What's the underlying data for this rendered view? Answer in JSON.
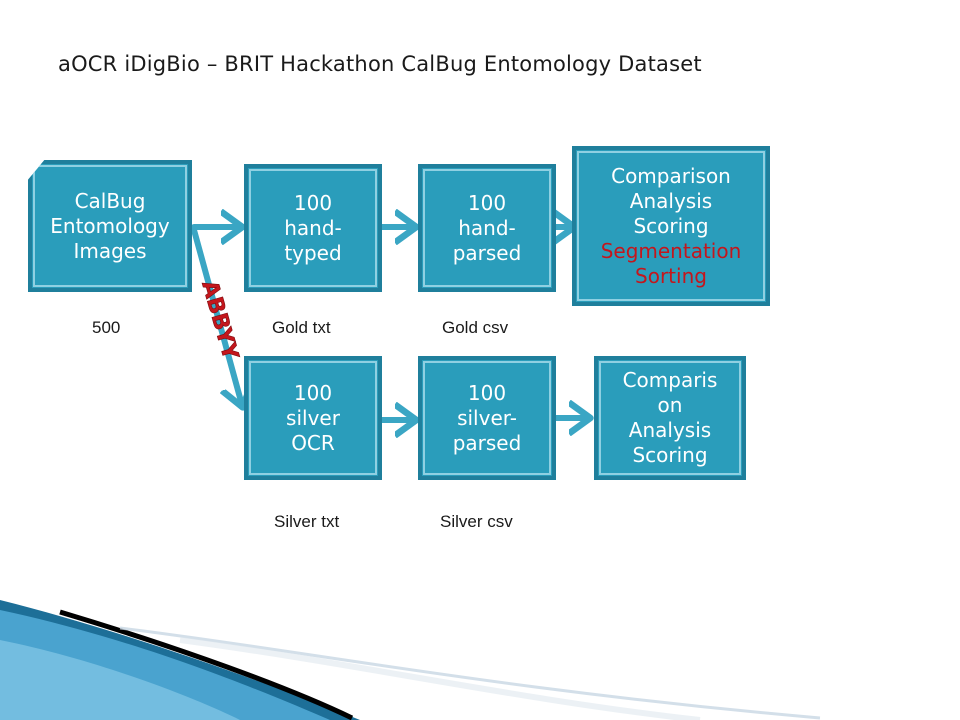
{
  "title": "aOCR iDigBio – BRIT Hackathon CalBug Entomology Dataset",
  "boxes": {
    "source": [
      "CalBug",
      "Entomology",
      "Images"
    ],
    "gold_typed": [
      "100",
      "hand-",
      "typed"
    ],
    "gold_parsed": [
      "100",
      "hand-",
      "parsed"
    ],
    "gold_result": [
      "Comparison",
      "Analysis",
      "Scoring"
    ],
    "gold_result_red": [
      "Segmentation",
      "Sorting"
    ],
    "silver_ocr": [
      "100",
      "silver",
      "OCR"
    ],
    "silver_parsed": [
      "100",
      "silver-",
      "parsed"
    ],
    "silver_result": [
      "Comparis",
      "on",
      "Analysis",
      "Scoring"
    ]
  },
  "labels": {
    "count": "500",
    "gold_txt": "Gold txt",
    "gold_csv": "Gold csv",
    "silver_txt": "Silver txt",
    "silver_csv": "Silver csv"
  },
  "logo_text": "ABBYY",
  "colors": {
    "box_fill": "#2a9dbb",
    "box_border": "#1f7f9c",
    "arrow": "#3aa6c4",
    "highlight_text": "#c4161c",
    "logo": "#c4161c"
  }
}
